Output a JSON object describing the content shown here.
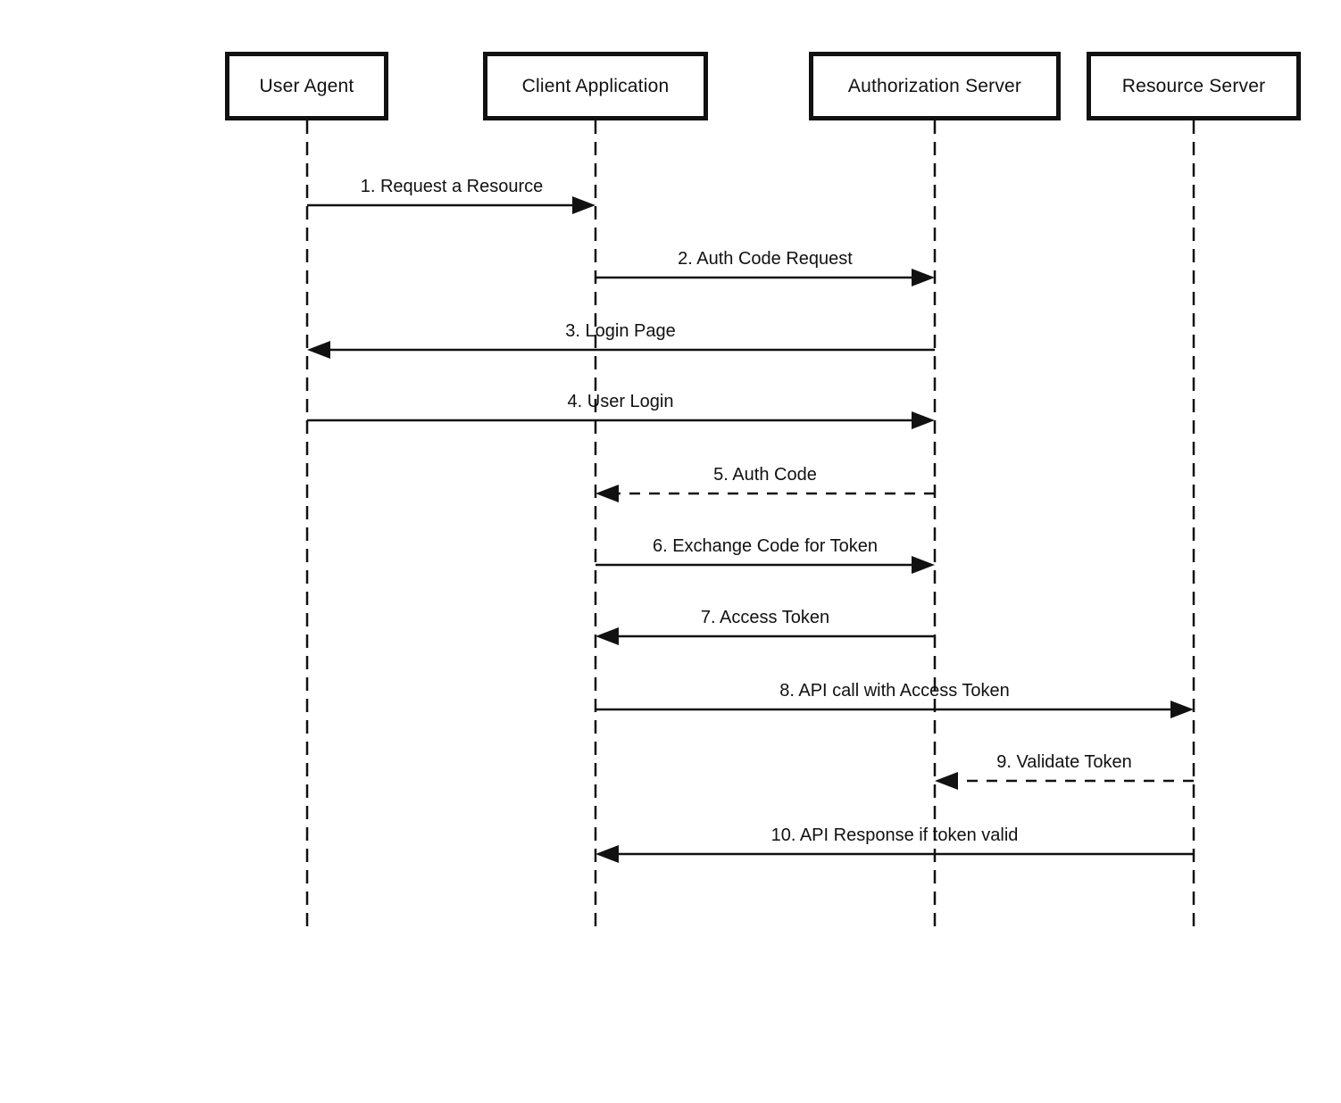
{
  "diagram": {
    "kind": "sequence-diagram"
  },
  "actors": [
    {
      "label": "User Agent"
    },
    {
      "label": "Client Application"
    },
    {
      "label": "Authorization Server"
    },
    {
      "label": "Resource Server"
    }
  ],
  "messages": [
    {
      "label": "1. Request a Resource",
      "from": "User Agent",
      "to": "Client Application",
      "line": "solid"
    },
    {
      "label": "2. Auth Code Request",
      "from": "Client Application",
      "to": "Authorization Server",
      "line": "solid"
    },
    {
      "label": "3. Login Page",
      "from": "Authorization Server",
      "to": "User Agent",
      "line": "solid"
    },
    {
      "label": "4. User Login",
      "from": "User Agent",
      "to": "Authorization Server",
      "line": "solid"
    },
    {
      "label": "5. Auth Code",
      "from": "Authorization Server",
      "to": "Client Application",
      "line": "dashed"
    },
    {
      "label": "6. Exchange Code for Token",
      "from": "Client Application",
      "to": "Authorization Server",
      "line": "solid"
    },
    {
      "label": "7. Access Token",
      "from": "Authorization Server",
      "to": "Client Application",
      "line": "solid"
    },
    {
      "label": "8. API call with Access Token",
      "from": "Client Application",
      "to": "Resource Server",
      "line": "solid"
    },
    {
      "label": "9. Validate Token",
      "from": "Resource Server",
      "to": "Authorization Server",
      "line": "dashed"
    },
    {
      "label": "10. API Response if token valid",
      "from": "Resource Server",
      "to": "Client Application",
      "line": "solid"
    }
  ],
  "colors": {
    "ink": "#111111",
    "background": "#ffffff"
  }
}
